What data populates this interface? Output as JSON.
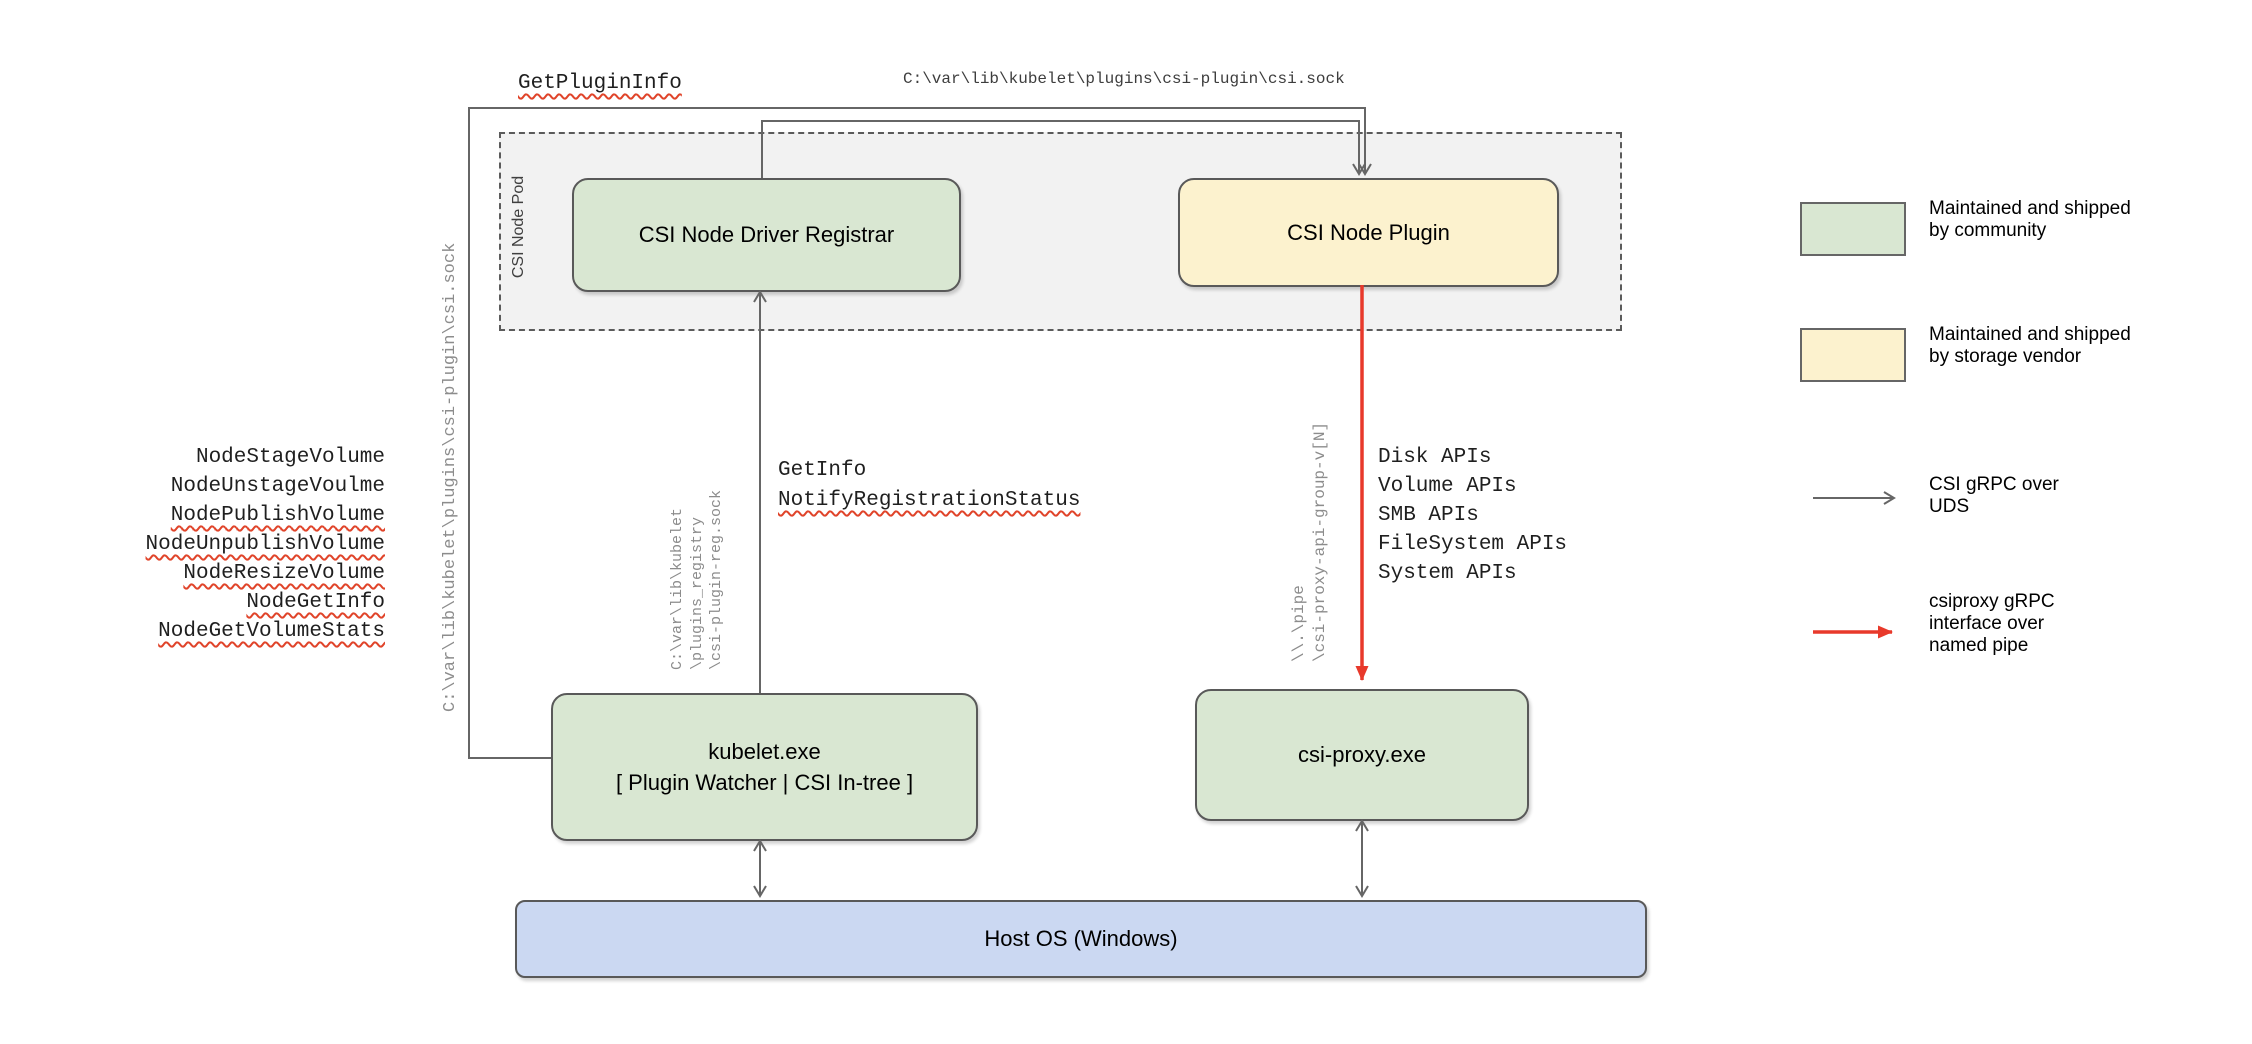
{
  "diagram": {
    "title_labels": {
      "get_plugin_info": "GetPluginInfo",
      "csi_sock_path": "C:\\var\\lib\\kubelet\\plugins\\csi-plugin\\csi.sock"
    },
    "pod": {
      "label": "CSI Node Pod"
    },
    "nodes": {
      "registrar": "CSI Node Driver Registrar",
      "plugin": "CSI Node Plugin",
      "kubelet_line1": "kubelet.exe",
      "kubelet_line2": "[ Plugin Watcher | CSI In-tree ]",
      "csi_proxy": "csi-proxy.exe",
      "host_os": "Host OS (Windows)"
    },
    "left_socket_path": "C:\\var\\lib\\kubelet\\plugins\\csi-plugin\\csi.sock",
    "node_rpcs": [
      {
        "label": "NodeStageVolume",
        "squiggle": false
      },
      {
        "label": "NodeUnstageVoulme",
        "squiggle": false
      },
      {
        "label": "NodePublishVolume",
        "squiggle": true
      },
      {
        "label": "NodeUnpublishVolume",
        "squiggle": true
      },
      {
        "label": "NodeResizeVolume",
        "squiggle": true
      },
      {
        "label": "NodeGetInfo",
        "squiggle": true
      },
      {
        "label": "NodeGetVolumeStats",
        "squiggle": true
      }
    ],
    "registry_path_lines": [
      "C:\\var\\lib\\kubelet",
      "\\plugins_registry",
      "\\csi-plugin-reg.sock"
    ],
    "registration_calls": [
      {
        "label": "GetInfo",
        "squiggle": false
      },
      {
        "label": "NotifyRegistrationStatus",
        "squiggle": true
      }
    ],
    "pipe_path_lines": [
      "\\\\.\\pipe",
      "\\csi-proxy-api-group-v[N]"
    ],
    "api_groups": [
      "Disk APIs",
      "Volume APIs",
      "SMB APIs",
      "FileSystem APIs",
      "System APIs"
    ],
    "legend": {
      "items": [
        {
          "kind": "swatch-green",
          "label": "Maintained and shipped by community"
        },
        {
          "kind": "swatch-yellow",
          "label": "Maintained and shipped by storage vendor"
        },
        {
          "kind": "arrow-gray",
          "label": "CSI gRPC over UDS"
        },
        {
          "kind": "arrow-red",
          "label": "csiproxy gRPC interface over named pipe"
        }
      ]
    },
    "colors": {
      "community_green": "#d9e7d2",
      "vendor_yellow": "#fcf2ce",
      "host_blue": "#cbd8f2",
      "pod_gray": "#f2f2f2",
      "wire_gray": "#666666",
      "pipe_red": "#e8392b",
      "squiggle_red": "#e0442a"
    }
  }
}
